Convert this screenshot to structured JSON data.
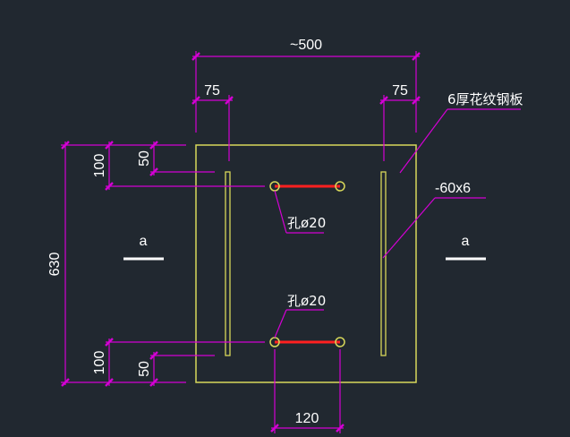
{
  "drawing": {
    "dims": {
      "overall_width": "~500",
      "left_offset": "75",
      "right_offset": "75",
      "overall_height": "630",
      "top_outer": "100",
      "top_inner": "50",
      "bottom_outer": "100",
      "bottom_inner": "50",
      "hole_spacing": "120"
    },
    "labels": {
      "plate": "6厚花纹钢板",
      "flat_bar": "-60x6",
      "hole_top": "孔ø20",
      "hole_bottom": "孔ø20",
      "section_left": "a",
      "section_right": "a"
    },
    "colors": {
      "background": "#212830",
      "plate_outline": "#d8d85a",
      "dimension": "#d400d4",
      "hole_bar": "#ff2020",
      "text": "#ffffff"
    }
  }
}
